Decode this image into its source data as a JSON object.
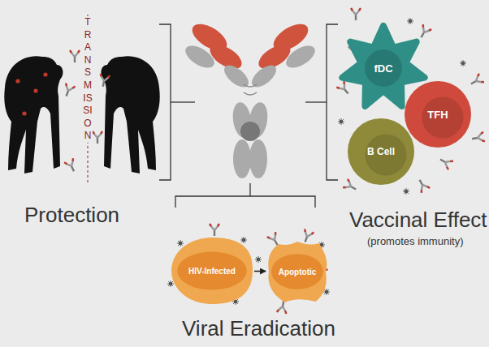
{
  "diagram": {
    "nodes": [
      {
        "text": [
          "fDC"
        ]
      },
      {
        "text": [
          "TFH"
        ]
      },
      {
        "text": [
          "B Cell"
        ]
      },
      {
        "text": [
          "HIV-Infected"
        ]
      },
      {
        "text": [
          "Apoptotic"
        ]
      }
    ],
    "edges": [
      {
        "from": 3,
        "to": 4,
        "arrow": "to"
      }
    ],
    "labels": [
      "TRANSMISSION",
      "Protection",
      "Viral Eradication",
      "Vaccinal Effect",
      "(promotes immunity)"
    ]
  }
}
